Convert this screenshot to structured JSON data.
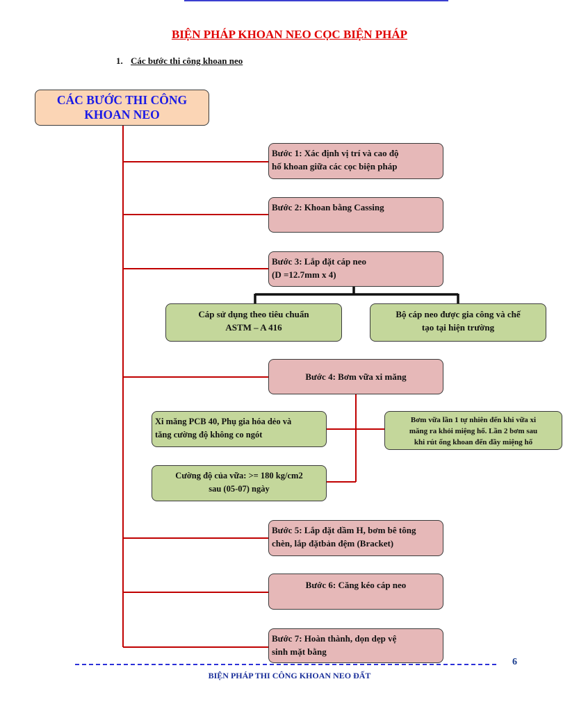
{
  "page": {
    "title": "BIỆN PHÁP KHOAN NEO CỌC BIỆN PHÁP",
    "section_number": "1.",
    "section_title": "Các bước thi công khoan neo",
    "footer_text": "BIỆN PHÁP THI CÔNG KHOAN NEO ĐẤT",
    "page_number": "6"
  },
  "diagram": {
    "head": "CÁC BƯỚC THI CÔNG\nKHOAN NEO",
    "step1": "Bước 1: Xác định vị trí và cao độ\nhố khoan giữa các cọc biện pháp",
    "step2": "Bước 2: Khoan bằng Cassing",
    "step3": "Bước 3: Lắp đặt cáp neo\n          (D =12.7mm x 4)",
    "step3_left": "Cáp sử dụng theo tiêu chuẩn\nASTM – A 416",
    "step3_right": "Bộ cáp neo được gia công và chế\ntạo tại hiện trường",
    "step4": "Bước 4: Bơm vữa xi măng",
    "step4_left1": "Xi măng PCB 40, Phụ gia hóa dẻo và\ntăng cường độ không co ngót",
    "step4_left2": "Cường độ của vữa: >= 180 kg/cm2\nsau (05-07) ngày",
    "step4_right": "Bơm vữa lần 1 tự nhiên đến khi vữa xi\nmăng ra khỏi miệng hố. Lần 2 bơm sau\nkhi rút ống khoan đến đầy miệng hố",
    "step5": "Bước 5: Lắp đặt dầm H, bơm bê tông\nchèn, lắp đặtbản đệm (Bracket)",
    "step6": "Bước 6: Căng kéo cáp neo",
    "step7": "Bước 7: Hoàn thành, dọn dẹp vệ\nsinh mặt bằng"
  },
  "colors": {
    "title_red": "#e00000",
    "head_fill": "#fbd5b5",
    "head_text": "#1a1ae6",
    "step_fill": "#e6b8b8",
    "detail_fill": "#c4d79b",
    "connector_red": "#c00000"
  }
}
